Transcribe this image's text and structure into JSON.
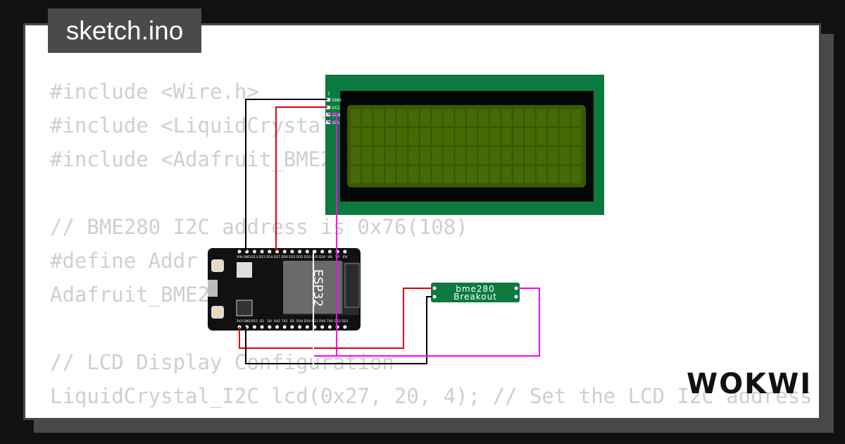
{
  "header": {
    "filename": "sketch.ino"
  },
  "code_lines": [
    "#include <Wire.h>",
    "#include <LiquidCrystal_I2C.h>",
    "#include <Adafruit_BME280.h>",
    "",
    "// BME280 I2C address is 0x76(108)",
    "#define Addr 0x76",
    "Adafruit_BME280 bme;",
    "",
    "// LCD Display Configuration",
    "LiquidCrystal_I2C lcd(0x27, 20, 4); // Set the LCD I2C address"
  ],
  "lcd": {
    "pin_first": "1",
    "pins": [
      "GND",
      "VCC",
      "SDA",
      "SCL"
    ]
  },
  "esp32": {
    "label": "ESP32",
    "top_pins": [
      "VIN",
      "GND",
      "D13",
      "D12",
      "D14",
      "D27",
      "D26",
      "D25",
      "D33",
      "D32",
      "D35",
      "D34",
      "VN",
      "VP",
      "EN"
    ],
    "bottom_pins": [
      "3V3",
      "GND",
      "D15",
      "D2",
      "D4",
      "RX2",
      "TX2",
      "D5",
      "D18",
      "D19",
      "D21",
      "RX0",
      "TX0",
      "D22",
      "D23"
    ]
  },
  "sensor": {
    "line1": "bme280",
    "line2": "Breakout"
  },
  "brand": {
    "logo": "WOKWI"
  },
  "colors": {
    "background": "#111111",
    "card": "#ffffff",
    "code_text": "#cfcfcf",
    "lcd_board": "#0c7a3e",
    "lcd_screen": "#3a5a00",
    "wire_gnd": "#000000",
    "wire_vcc": "#e00000",
    "wire_signal": "#ff00ff"
  }
}
